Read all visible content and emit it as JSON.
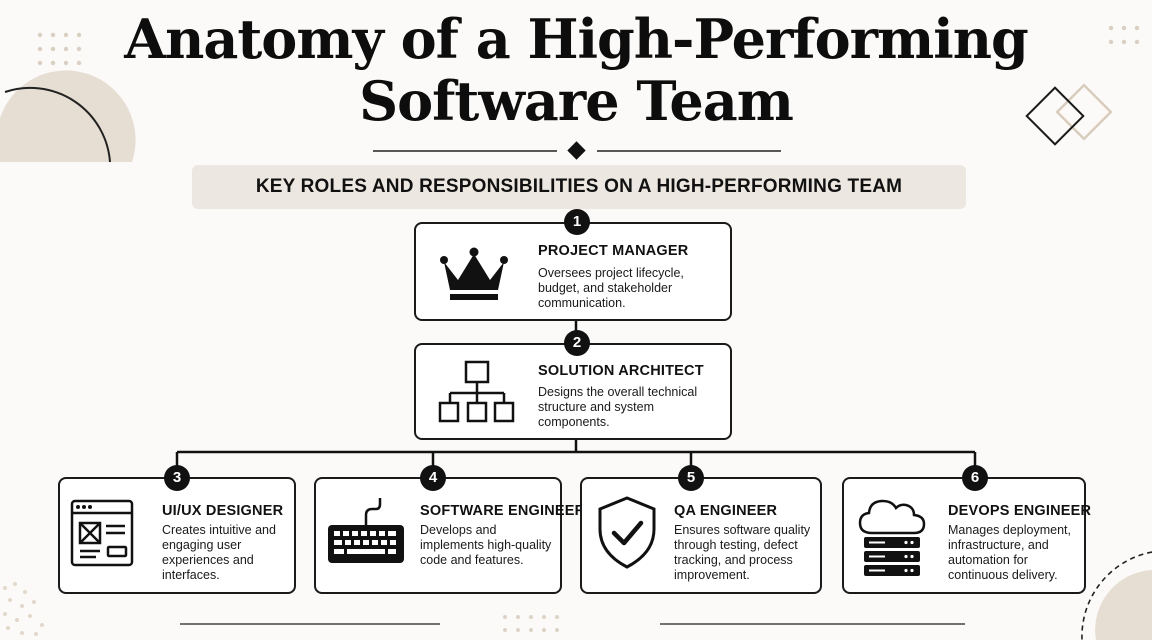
{
  "title": {
    "line1": "Anatomy of a High-Performing",
    "line2": "Software Team"
  },
  "subtitle": "KEY ROLES AND RESPONSIBILITIES ON A HIGH-PERFORMING TEAM",
  "roles": [
    {
      "number": "1",
      "name": "PROJECT MANAGER",
      "desc_lines": [
        "Oversees project lifecycle,",
        "budget, and stakeholder",
        "communication."
      ],
      "icon": "crown-icon"
    },
    {
      "number": "2",
      "name": "SOLUTION ARCHITECT",
      "desc_lines": [
        "Designs the overall technical",
        "structure and system",
        "components."
      ],
      "icon": "hierarchy-icon"
    },
    {
      "number": "3",
      "name": "UI/UX DESIGNER",
      "desc_lines": [
        "Creates intuitive and",
        "engaging user",
        "experiences and",
        "interfaces."
      ],
      "icon": "wireframe-icon"
    },
    {
      "number": "4",
      "name": "SOFTWARE ENGINEER",
      "desc_lines": [
        "Develops and",
        "implements high-quality",
        "code and features."
      ],
      "icon": "keyboard-icon"
    },
    {
      "number": "5",
      "name": "QA ENGINEER",
      "desc_lines": [
        "Ensures software quality",
        "through testing, defect",
        "tracking, and process",
        "improvement."
      ],
      "icon": "shield-check-icon"
    },
    {
      "number": "6",
      "name": "DEVOPS ENGINEER",
      "desc_lines": [
        "Manages deployment,",
        "infrastructure, and",
        "automation for",
        "continuous delivery."
      ],
      "icon": "cloud-server-icon"
    }
  ],
  "colors": {
    "ink": "#111111",
    "beige": "#e4ddd2",
    "banner": "#ece7e0",
    "card_bg": "#ffffff"
  }
}
